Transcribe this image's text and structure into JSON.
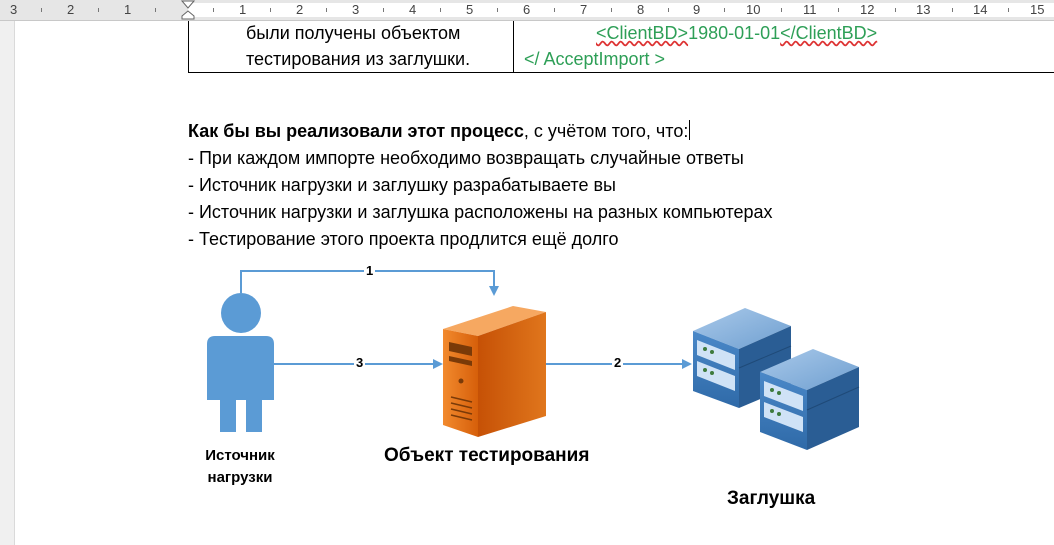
{
  "ruler": {
    "left_labels": [
      "3",
      "2",
      "1"
    ],
    "right_labels": [
      "1",
      "2",
      "3",
      "4",
      "5",
      "6",
      "7",
      "8",
      "9",
      "10",
      "11",
      "12",
      "13",
      "14",
      "15"
    ]
  },
  "table": {
    "left_line1": "были получены объектом",
    "left_line2": "тестирования из заглушки.",
    "right_line1_open": "<ClientBD>",
    "right_line1_value": "1980-01-01",
    "right_line1_close": "</ClientBD>",
    "right_line2": "</ AcceptImport >"
  },
  "question": {
    "bold_part": "Как бы вы реализовали этот процесс",
    "rest": ", с учётом того, что:",
    "items": [
      "- При каждом импорте необходимо возвращать случайные ответы",
      "- Источник нагрузки и заглушку разрабатываете вы",
      "- Источник нагрузки и заглушка расположены на разных компьютерах",
      "- Тестирование этого проекта продлится ещё долго"
    ]
  },
  "diagram": {
    "source_label_line1": "Источник",
    "source_label_line2": "нагрузки",
    "target_label": "Объект тестирования",
    "stub_label": "Заглушка",
    "arrow1": "1",
    "arrow2": "2",
    "arrow3": "3",
    "colors": {
      "person": "#5b9bd5",
      "arrow": "#5b9bd5",
      "server": "#e06c12",
      "rack": "#3f7fbf"
    }
  }
}
